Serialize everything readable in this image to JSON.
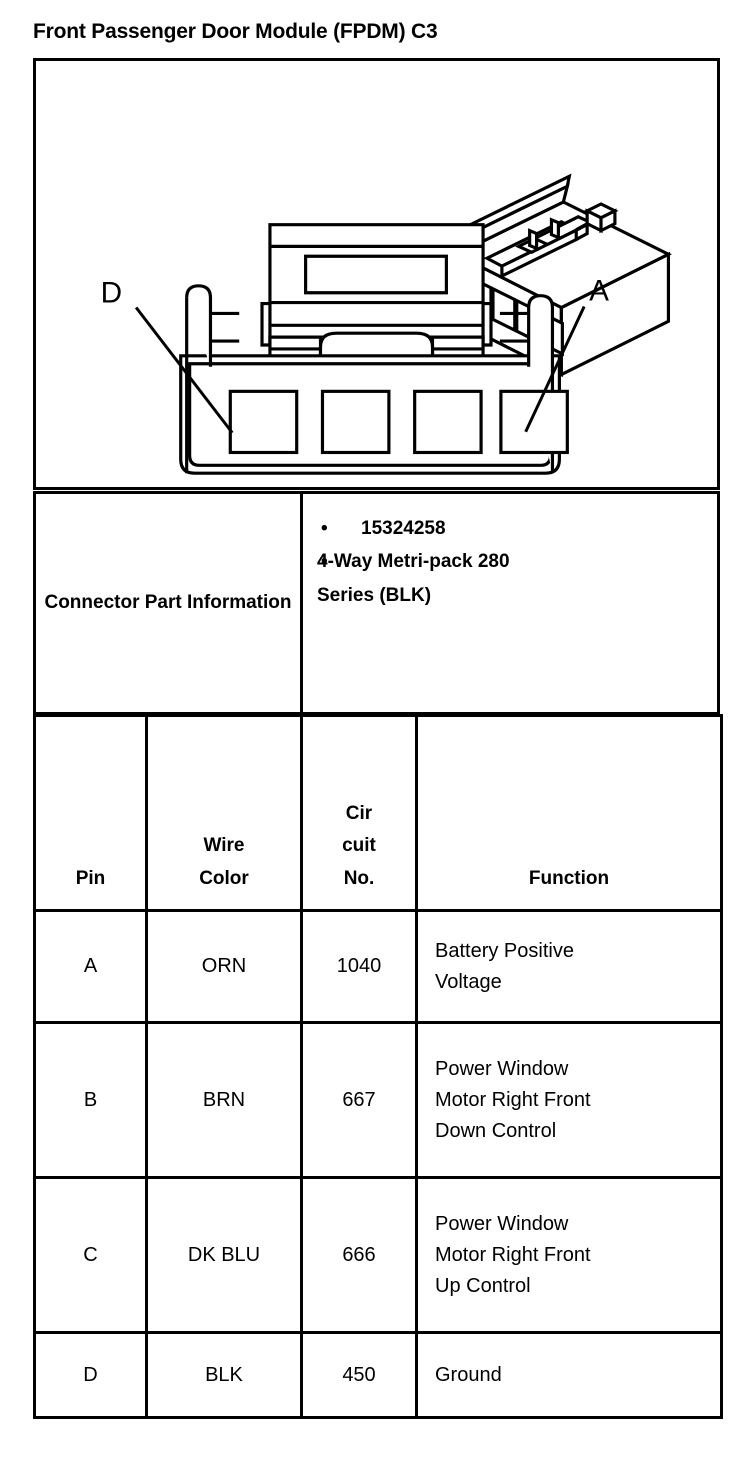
{
  "document": {
    "title": "Front Passenger Door Module (FPDM) C3"
  },
  "illustration": {
    "name": "connector-face-and-isometric-view",
    "callouts": [
      {
        "label": "D",
        "points_to": "cavity-4-left"
      },
      {
        "label": "A",
        "points_to": "cavity-1-right"
      }
    ],
    "cavity_count": 4
  },
  "connector_part_information": {
    "label": "Connector Part Information",
    "bullets": [
      "15324258",
      "4-Way Metri-pack 280 Series (BLK)"
    ],
    "bullet_glyph": "•",
    "bullet_2_line_1": "4-Way Metri-pack 280",
    "bullet_2_line_2": "Series (BLK)"
  },
  "pin_table": {
    "headers": {
      "pin": "Pin",
      "wire_color_line1": "Wire",
      "wire_color_line2": "Color",
      "circuit_no_line1": "Cir",
      "circuit_no_line2": "cuit",
      "circuit_no_line3": "No.",
      "function": "Function"
    },
    "rows": [
      {
        "pin": "A",
        "wire_color": "ORN",
        "circuit_no": "1040",
        "function_lines": [
          "Battery Positive",
          "Voltage"
        ]
      },
      {
        "pin": "B",
        "wire_color": "BRN",
        "circuit_no": "667",
        "function_lines": [
          "Power Window",
          "Motor Right Front",
          "Down Control"
        ]
      },
      {
        "pin": "C",
        "wire_color": "DK BLU",
        "circuit_no": "666",
        "function_lines": [
          "Power Window",
          "Motor Right Front",
          "Up Control"
        ]
      },
      {
        "pin": "D",
        "wire_color": "BLK",
        "circuit_no": "450",
        "function_lines": [
          "Ground"
        ]
      }
    ]
  },
  "colors": {
    "ink": "#000000",
    "paper": "#ffffff"
  }
}
